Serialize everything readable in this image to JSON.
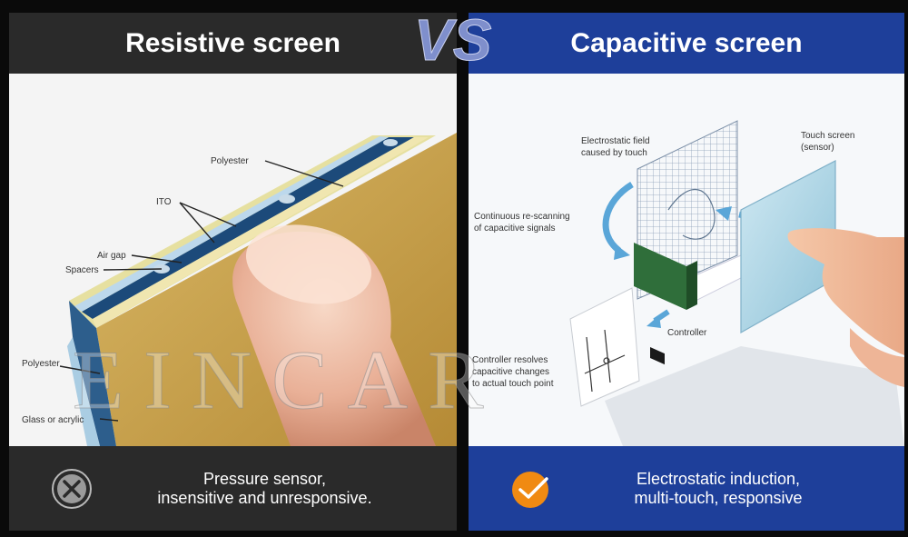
{
  "vs_label": "VS",
  "watermark": "EINCAR",
  "left": {
    "title": "Resistive screen",
    "labels": {
      "polyester_top": "Polyester",
      "ito": "ITO",
      "air_gap": "Air gap",
      "spacers": "Spacers",
      "polyester_bottom": "Polyester",
      "glass": "Glass or acrylic"
    },
    "footer_lines": [
      "Pressure sensor,",
      "insensitive and unresponsive."
    ],
    "badge_icon": "x-icon",
    "badge_color": "#b9b9b9"
  },
  "right": {
    "title": "Capacitive screen",
    "labels": {
      "field_1": "Electrostatic field",
      "field_2": "caused by touch",
      "touch_1": "Touch screen",
      "touch_2": "(sensor)",
      "rescan_1": "Continuous re-scanning",
      "rescan_2": "of capacitive signals",
      "controller": "Controller",
      "resolves_1": "Controller resolves",
      "resolves_2": "capacitive changes",
      "resolves_3": "to actual touch point"
    },
    "footer_lines": [
      "Electrostatic induction,",
      "multi-touch, responsive"
    ],
    "badge_icon": "check-icon",
    "badge_color": "#f08a12"
  },
  "colors": {
    "dark_header": "#2a2a2a",
    "blue_header": "#1e3f9a",
    "vs_color": "#7f8fcc"
  }
}
